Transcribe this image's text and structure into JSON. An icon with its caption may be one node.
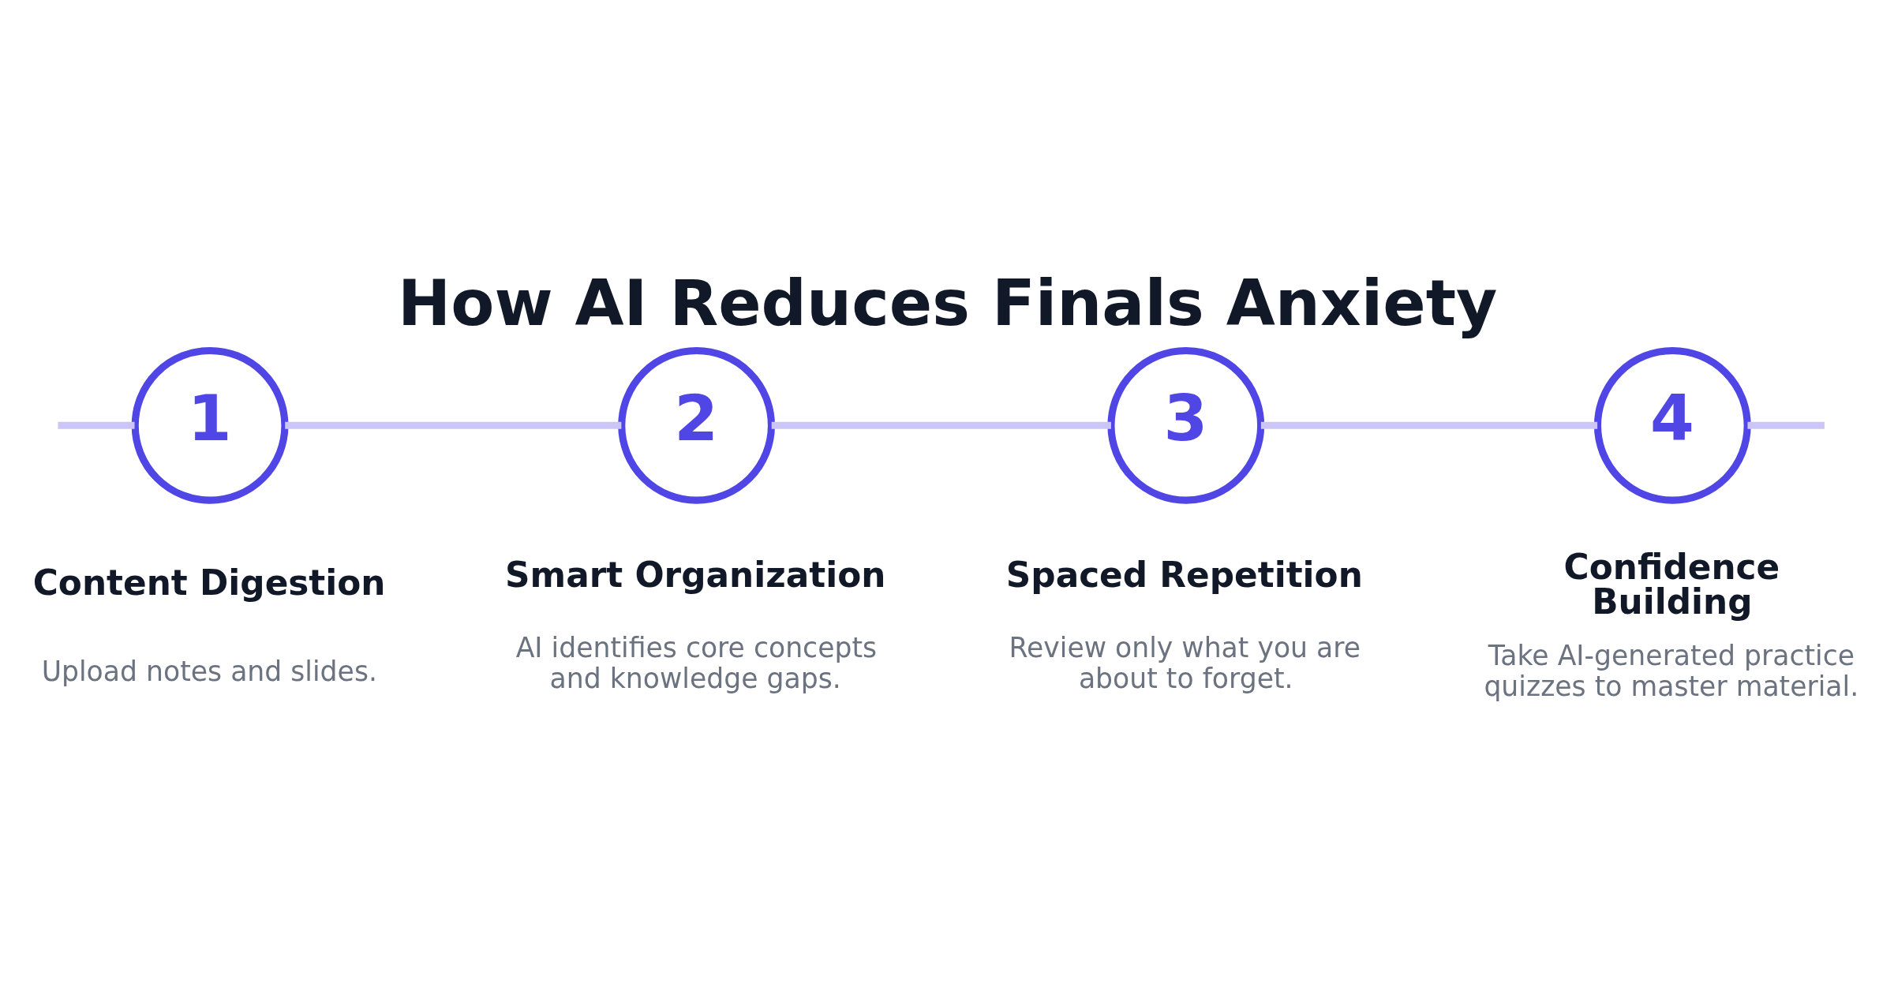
{
  "diagram": {
    "title": "How AI Reduces Finals Anxiety",
    "nodes": [
      {
        "text": [
          "1",
          "Content Digestion",
          "Upload notes and slides."
        ]
      },
      {
        "text": [
          "2",
          "Smart Organization",
          "AI identifies core concepts and knowledge gaps."
        ]
      },
      {
        "text": [
          "3",
          "Spaced Repetition",
          "Review only what you are about to forget."
        ]
      },
      {
        "text": [
          "4",
          "Confidence Building",
          "Take AI-generated practice quizzes to master material."
        ]
      }
    ],
    "edges": [
      {
        "from": null,
        "to": 0,
        "arrow": "none"
      },
      {
        "from": 0,
        "to": 1,
        "arrow": "none"
      },
      {
        "from": 1,
        "to": 2,
        "arrow": "none"
      },
      {
        "from": 2,
        "to": 3,
        "arrow": "none"
      },
      {
        "from": 3,
        "to": null,
        "arrow": "none"
      }
    ]
  }
}
